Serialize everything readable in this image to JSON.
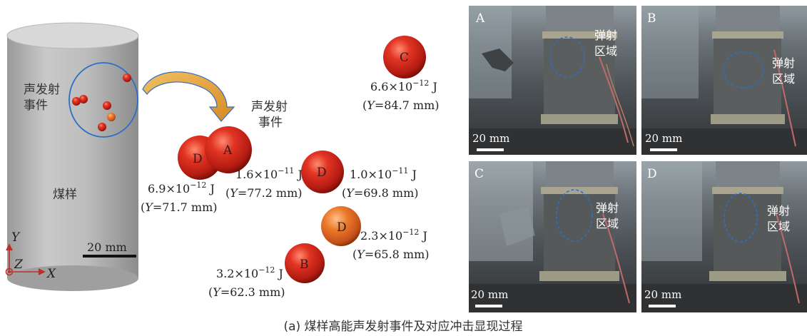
{
  "cylinder": {
    "ae_events_label_line1": "声发射",
    "ae_events_label_line2": "事件",
    "sample_label": "煤样",
    "scale_label": "20 mm",
    "axis_y": "Y",
    "axis_z": "Z",
    "axis_x": "X"
  },
  "middle": {
    "ae_events_label_line1": "声发射",
    "ae_events_label_line2": "事件",
    "events": [
      {
        "id": "C",
        "energy": "6.6×10",
        "exp": "−12",
        "unit": " J",
        "ylabel": "Y",
        "yval": "=84.7 mm)"
      },
      {
        "id": "A",
        "energy": "1.6×10",
        "exp": "−11",
        "unit": " J",
        "ylabel": "Y",
        "yval": "=77.2 mm)"
      },
      {
        "id": "D1",
        "energy": "6.9×10",
        "exp": "−12",
        "unit": " J",
        "ylabel": "Y",
        "yval": "=71.7 mm)"
      },
      {
        "id": "D2",
        "energy": "1.0×10",
        "exp": "−11",
        "unit": " J",
        "ylabel": "Y",
        "yval": "=69.8 mm)"
      },
      {
        "id": "D3",
        "energy": "2.3×10",
        "exp": "−12",
        "unit": " J",
        "ylabel": "Y",
        "yval": "=65.8 mm)"
      },
      {
        "id": "B",
        "energy": "3.2×10",
        "exp": "−12",
        "unit": " J",
        "ylabel": "Y",
        "yval": "=62.3 mm)"
      }
    ],
    "sphere_letters": {
      "C": "C",
      "A": "A",
      "D": "D",
      "B": "B"
    }
  },
  "photos": [
    {
      "panel": "A",
      "region_line1": "弹射",
      "region_line2": "区域",
      "scale": "20 mm"
    },
    {
      "panel": "B",
      "region_line1": "弹射",
      "region_line2": "区域",
      "scale": "20 mm"
    },
    {
      "panel": "C",
      "region_line1": "弹射",
      "region_line2": "区域",
      "scale": "20 mm"
    },
    {
      "panel": "D",
      "region_line1": "弹射",
      "region_line2": "区域",
      "scale": "20 mm"
    }
  ],
  "caption": "(a) 煤样高能声发射事件及对应冲击显现过程",
  "colors": {
    "sphere_red": "#d4231a",
    "sphere_orange": "#e0671f",
    "arrow": "#e2a33a",
    "outline_blue": "#2d6fc4",
    "axis_red": "#b8322b"
  }
}
